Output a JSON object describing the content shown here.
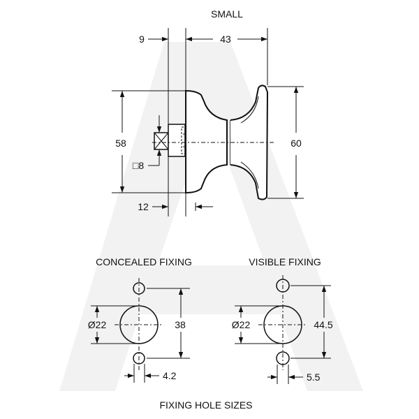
{
  "title": "SMALL",
  "footer": "FIXING HOLE SIZES",
  "handle": {
    "dim_top_left": "9",
    "dim_top_width": "43",
    "dim_left_height": "58",
    "dim_right_height": "60",
    "dim_square": "□8",
    "dim_bottom_left": "12"
  },
  "concealed": {
    "title": "CONCEALED FIXING",
    "diameter": "Ø22",
    "spacing": "38",
    "hole": "4.2"
  },
  "visible": {
    "title": "VISIBLE FIXING",
    "diameter": "Ø22",
    "spacing": "44.5",
    "hole": "5.5"
  }
}
